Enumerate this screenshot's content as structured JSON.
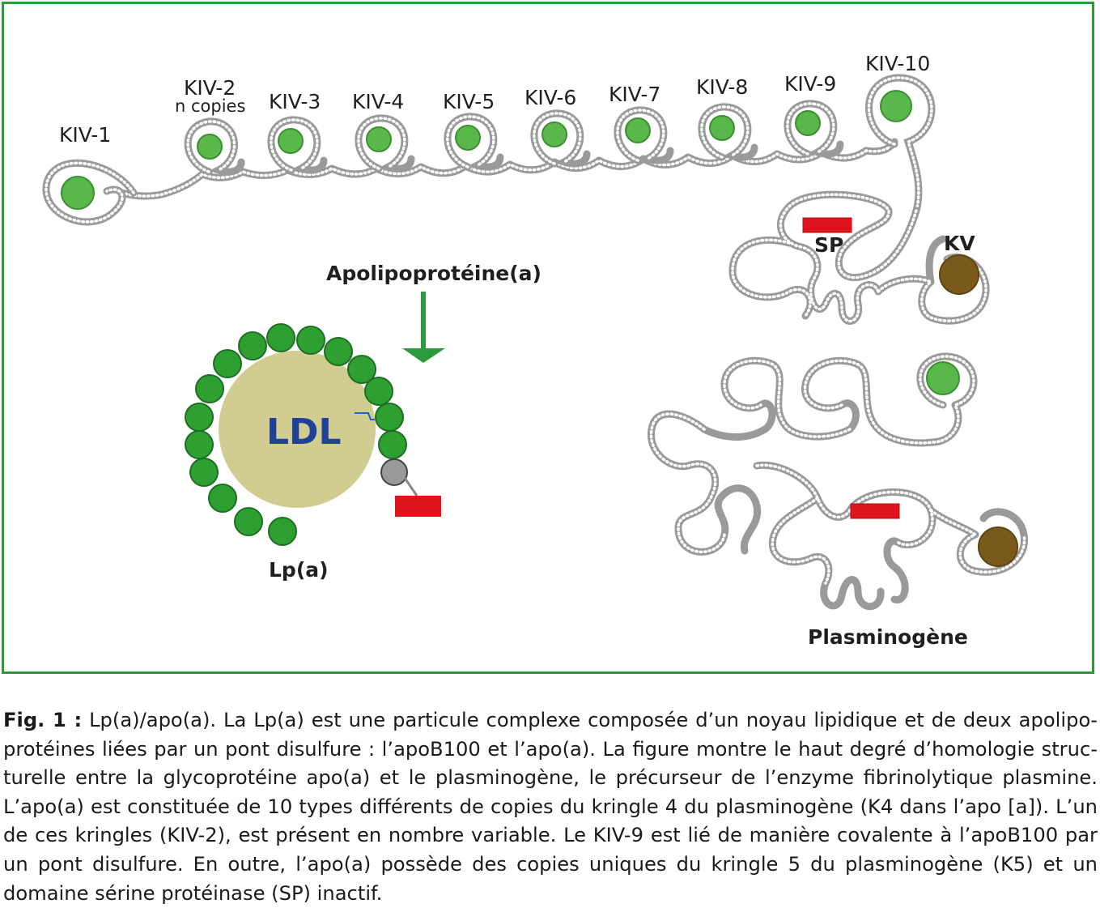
{
  "figure": {
    "kringle_labels": [
      "KIV-1",
      "KIV-2",
      "KIV-3",
      "KIV-4",
      "KIV-5",
      "KIV-6",
      "KIV-7",
      "KIV-8",
      "KIV-9",
      "KIV-10"
    ],
    "kiv2_note": "n copies",
    "sp_label": "SP",
    "kv_label": "KV",
    "apo_label": "Apolipoprotéine(a)",
    "ldl_label": "LDL",
    "lpa_label": "Lp(a)",
    "plasminogen_label": "Plasminogène",
    "colors": {
      "frame": "#2e9a3e",
      "kringle_green": "#5ab84a",
      "ldl_core": "#d1cd90",
      "sp_red": "#e0141c",
      "kv_brown": "#7a5a1c",
      "arrow_green": "#2e9a3e",
      "ldl_text": "#20409a"
    }
  },
  "caption": {
    "label": "Fig. 1 :",
    "text": "Lp(a)/apo(a). La Lp(a) est une particule complexe composée d’un noyau lipidique et de deux apolipo­protéines liées par un pont disulfure : l’apoB100 et l’apo(a). La figure montre le haut degré d’homologie struc­turelle entre la glycoprotéine apo(a) et le plasminogène, le précurseur de l’enzyme fibrinolytique plasmine. L’apo(a) est constituée de 10 types différents de copies du kringle 4 du plasminogène (K4 dans l’apo [a]). L’un de ces kringles (KIV-2), est présent en nombre variable. Le KIV-9 est lié de manière covalente à l’apoB100 par un pont disulfure. En outre, l’apo(a) possède des copies uniques du kringle 5 du plasminogène (K5) et un domaine sérine protéinase (SP) inactif."
  }
}
